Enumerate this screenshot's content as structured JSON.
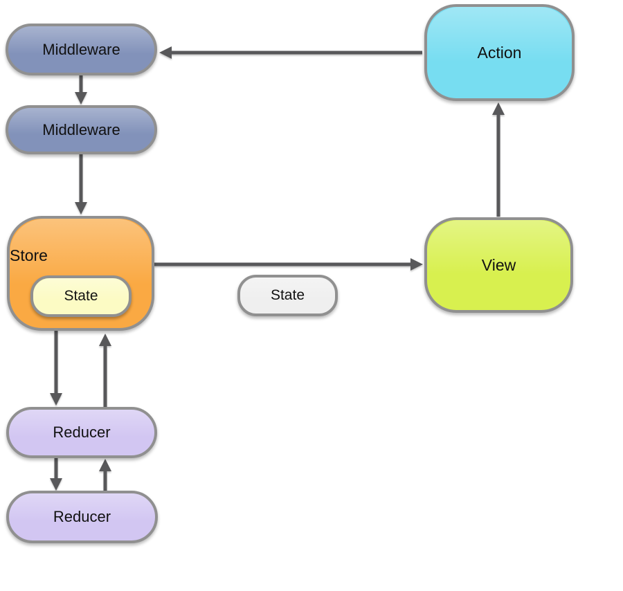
{
  "nodes": {
    "middleware1": {
      "label": "Middleware",
      "fill": "#8292BA"
    },
    "middleware2": {
      "label": "Middleware",
      "fill": "#8292BA"
    },
    "store": {
      "label": "Store",
      "fill": "#FAA943"
    },
    "store_state": {
      "label": "State",
      "fill": "#FCFBC4"
    },
    "state": {
      "label": "State",
      "fill": "#EFEFEF"
    },
    "action": {
      "label": "Action",
      "fill": "#77DDF1"
    },
    "view": {
      "label": "View",
      "fill": "#D8F04F"
    },
    "reducer1": {
      "label": "Reducer",
      "fill": "#D2C6F2"
    },
    "reducer2": {
      "label": "Reducer",
      "fill": "#D2C6F2"
    }
  },
  "style": {
    "border_color": "#909090",
    "arrow_color": "#58585a",
    "text_color": "#111111",
    "background": "#ffffff"
  }
}
